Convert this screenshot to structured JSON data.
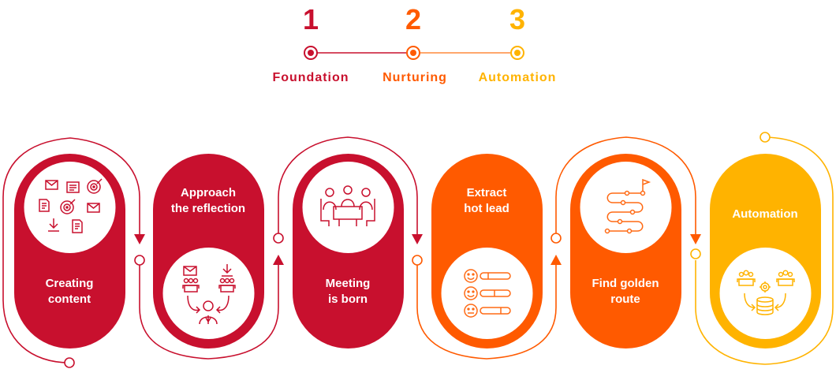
{
  "colors": {
    "red": "#c8102e",
    "orange": "#ff5a00",
    "amber": "#ffb300",
    "icon_red": "#c8102e",
    "icon_orange": "#ff6a14"
  },
  "phases": [
    {
      "number": "1",
      "label": "Foundation",
      "color": "#c8102e"
    },
    {
      "number": "2",
      "label": "Nurturing",
      "color": "#ff5a00"
    },
    {
      "number": "3",
      "label": "Automation",
      "color": "#ffb300"
    }
  ],
  "steps": [
    {
      "title": "Creating\ncontent",
      "color": "#c8102e",
      "icon": "content-documents-icon"
    },
    {
      "title": "Approach\nthe reflection",
      "color": "#c8102e",
      "icon": "audience-reach-icon"
    },
    {
      "title": "Meeting\nis born",
      "color": "#c8102e",
      "icon": "meeting-table-icon"
    },
    {
      "title": "Extract\nhot lead",
      "color": "#ff5a00",
      "icon": "lead-rating-icon"
    },
    {
      "title": "Find golden\nroute",
      "color": "#ff5a00",
      "icon": "route-path-icon"
    },
    {
      "title": "Automation",
      "color": "#ffb300",
      "icon": "automation-database-icon"
    }
  ]
}
